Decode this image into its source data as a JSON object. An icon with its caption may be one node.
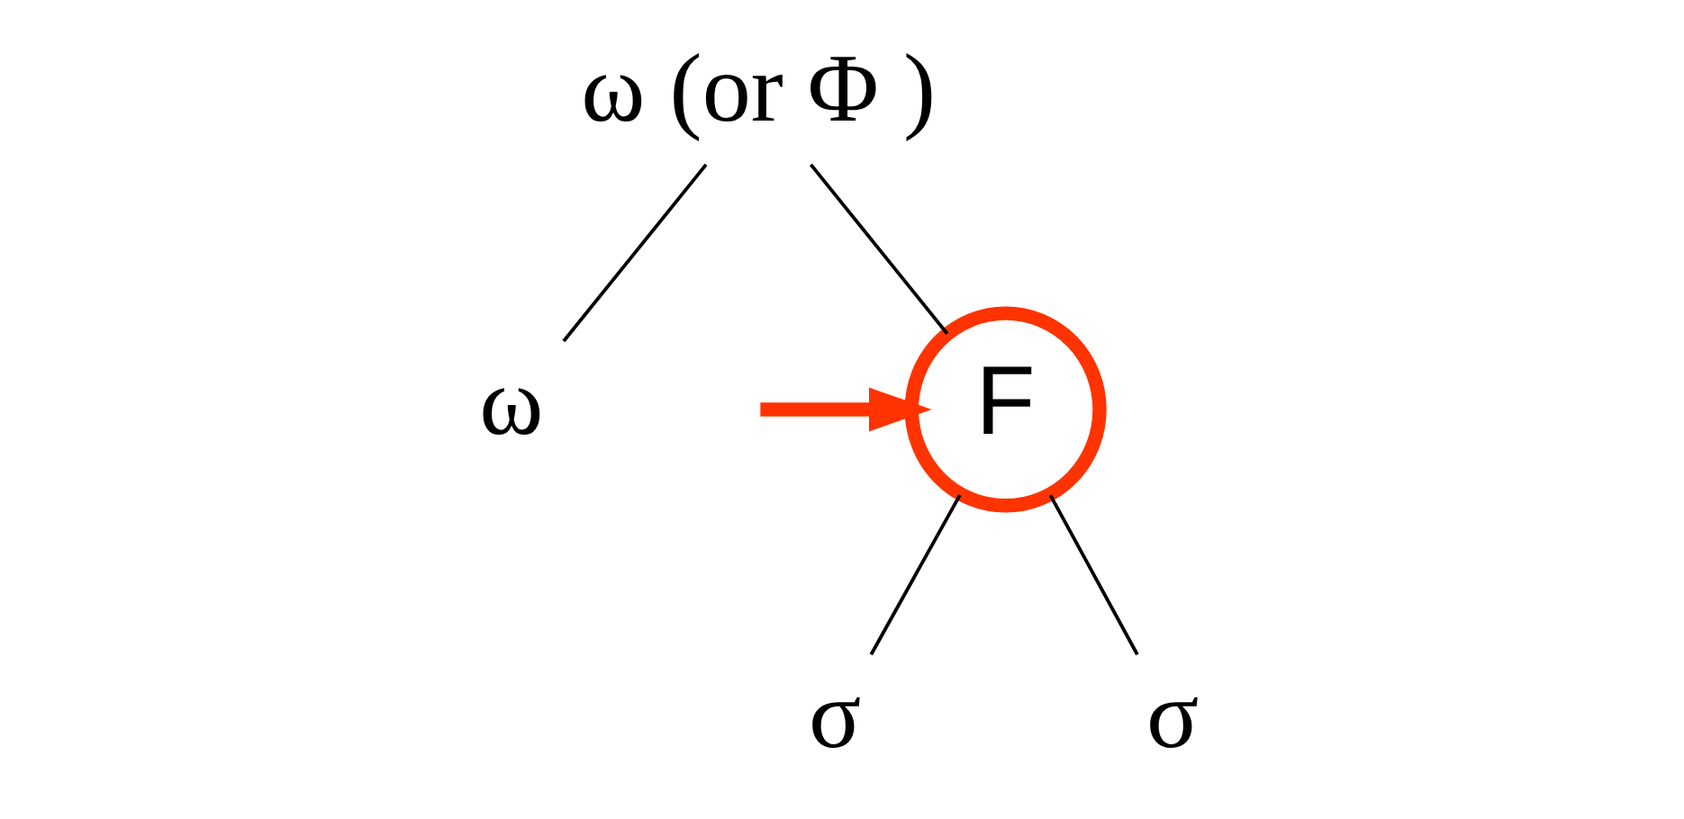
{
  "diagram": {
    "nodes": [
      {
        "text": [
          "ω (or Φ )"
        ]
      },
      {
        "text": [
          "F"
        ]
      },
      {
        "text": [
          "σ"
        ]
      },
      {
        "text": [
          "σ"
        ]
      },
      {
        "text": [
          "ω"
        ]
      }
    ],
    "edges": [
      {
        "from": 0,
        "to": 1,
        "arrow": "none"
      },
      {
        "from": 0,
        "to": 4,
        "arrow": "none"
      },
      {
        "from": 1,
        "to": 2,
        "arrow": "none"
      },
      {
        "from": 1,
        "to": 3,
        "arrow": "none"
      },
      {
        "from": null,
        "to": 1,
        "arrow": "to",
        "style": "thick",
        "color": "#ff3300"
      }
    ]
  }
}
